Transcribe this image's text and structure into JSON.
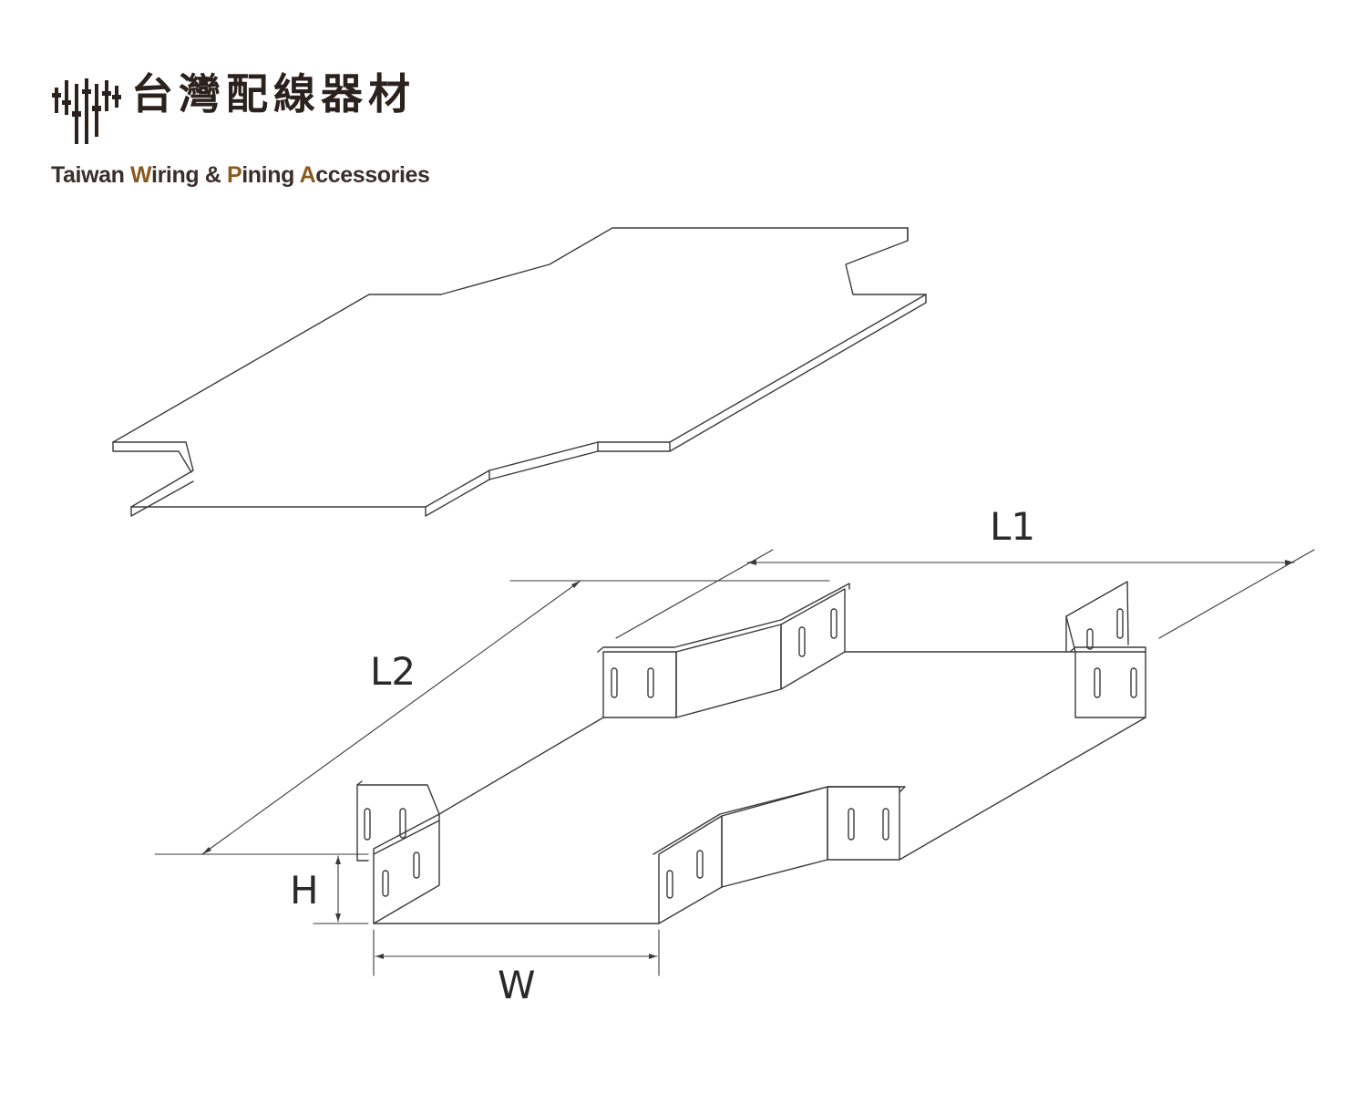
{
  "logo": {
    "chinese_name": "台灣配線器材",
    "english_name_parts": [
      {
        "text": "Taiwan ",
        "accent": false
      },
      {
        "text": "W",
        "accent": true
      },
      {
        "text": "iring & ",
        "accent": false
      },
      {
        "text": "P",
        "accent": true
      },
      {
        "text": "ining ",
        "accent": false
      },
      {
        "text": "A",
        "accent": true
      },
      {
        "text": "ccessories",
        "accent": false
      }
    ],
    "text_color": "#2b211d",
    "accent_color": "#8a5a1e"
  },
  "dimensions": {
    "l1": "L1",
    "l2": "L2",
    "h": "H",
    "w": "W"
  },
  "colors": {
    "line": "#3a3a3a",
    "label": "#2a2a2a"
  }
}
